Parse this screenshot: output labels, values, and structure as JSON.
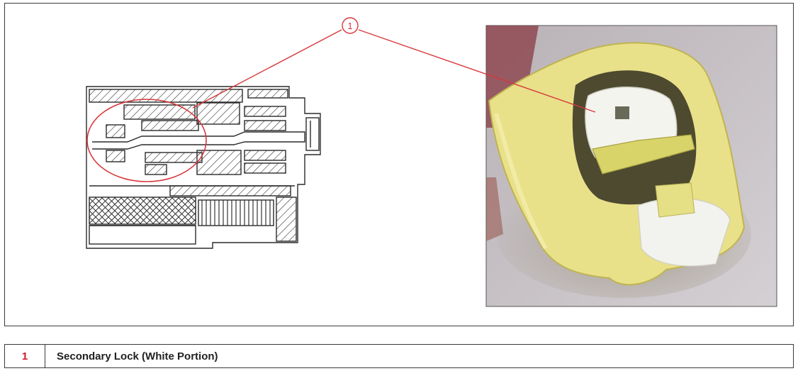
{
  "callouts": [
    {
      "number": "1",
      "description": "Secondary Lock (White Portion)"
    }
  ],
  "colors": {
    "callout_line": "#d7373b",
    "callout_number": "#c8202a",
    "connector_body": "#e9e08a",
    "secondary_lock": "#f4f4ee"
  },
  "icons": [
    "connector-cross-section-drawing",
    "connector-photo"
  ]
}
